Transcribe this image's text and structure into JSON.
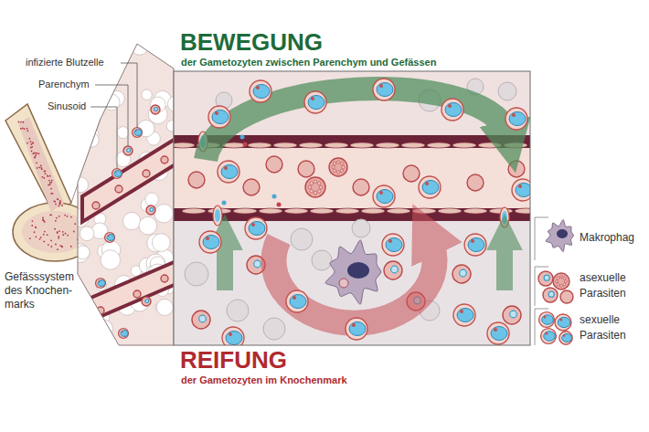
{
  "diagram": {
    "labels": [
      "infizierte Blutzelle",
      "Parenchym",
      "Sinusoid",
      "BEWEGUNG",
      "der Gametozyten zwischen Parenchym und Gefässen",
      "Gefässsystem des Knochen- marks",
      "REIFUNG",
      "der Gametozyten im Knochenmark"
    ],
    "legend": [
      {
        "text": "Makrophag"
      },
      {
        "text": "asexuelle Parasiten"
      },
      {
        "text": "sexuelle Parasiten"
      }
    ]
  }
}
